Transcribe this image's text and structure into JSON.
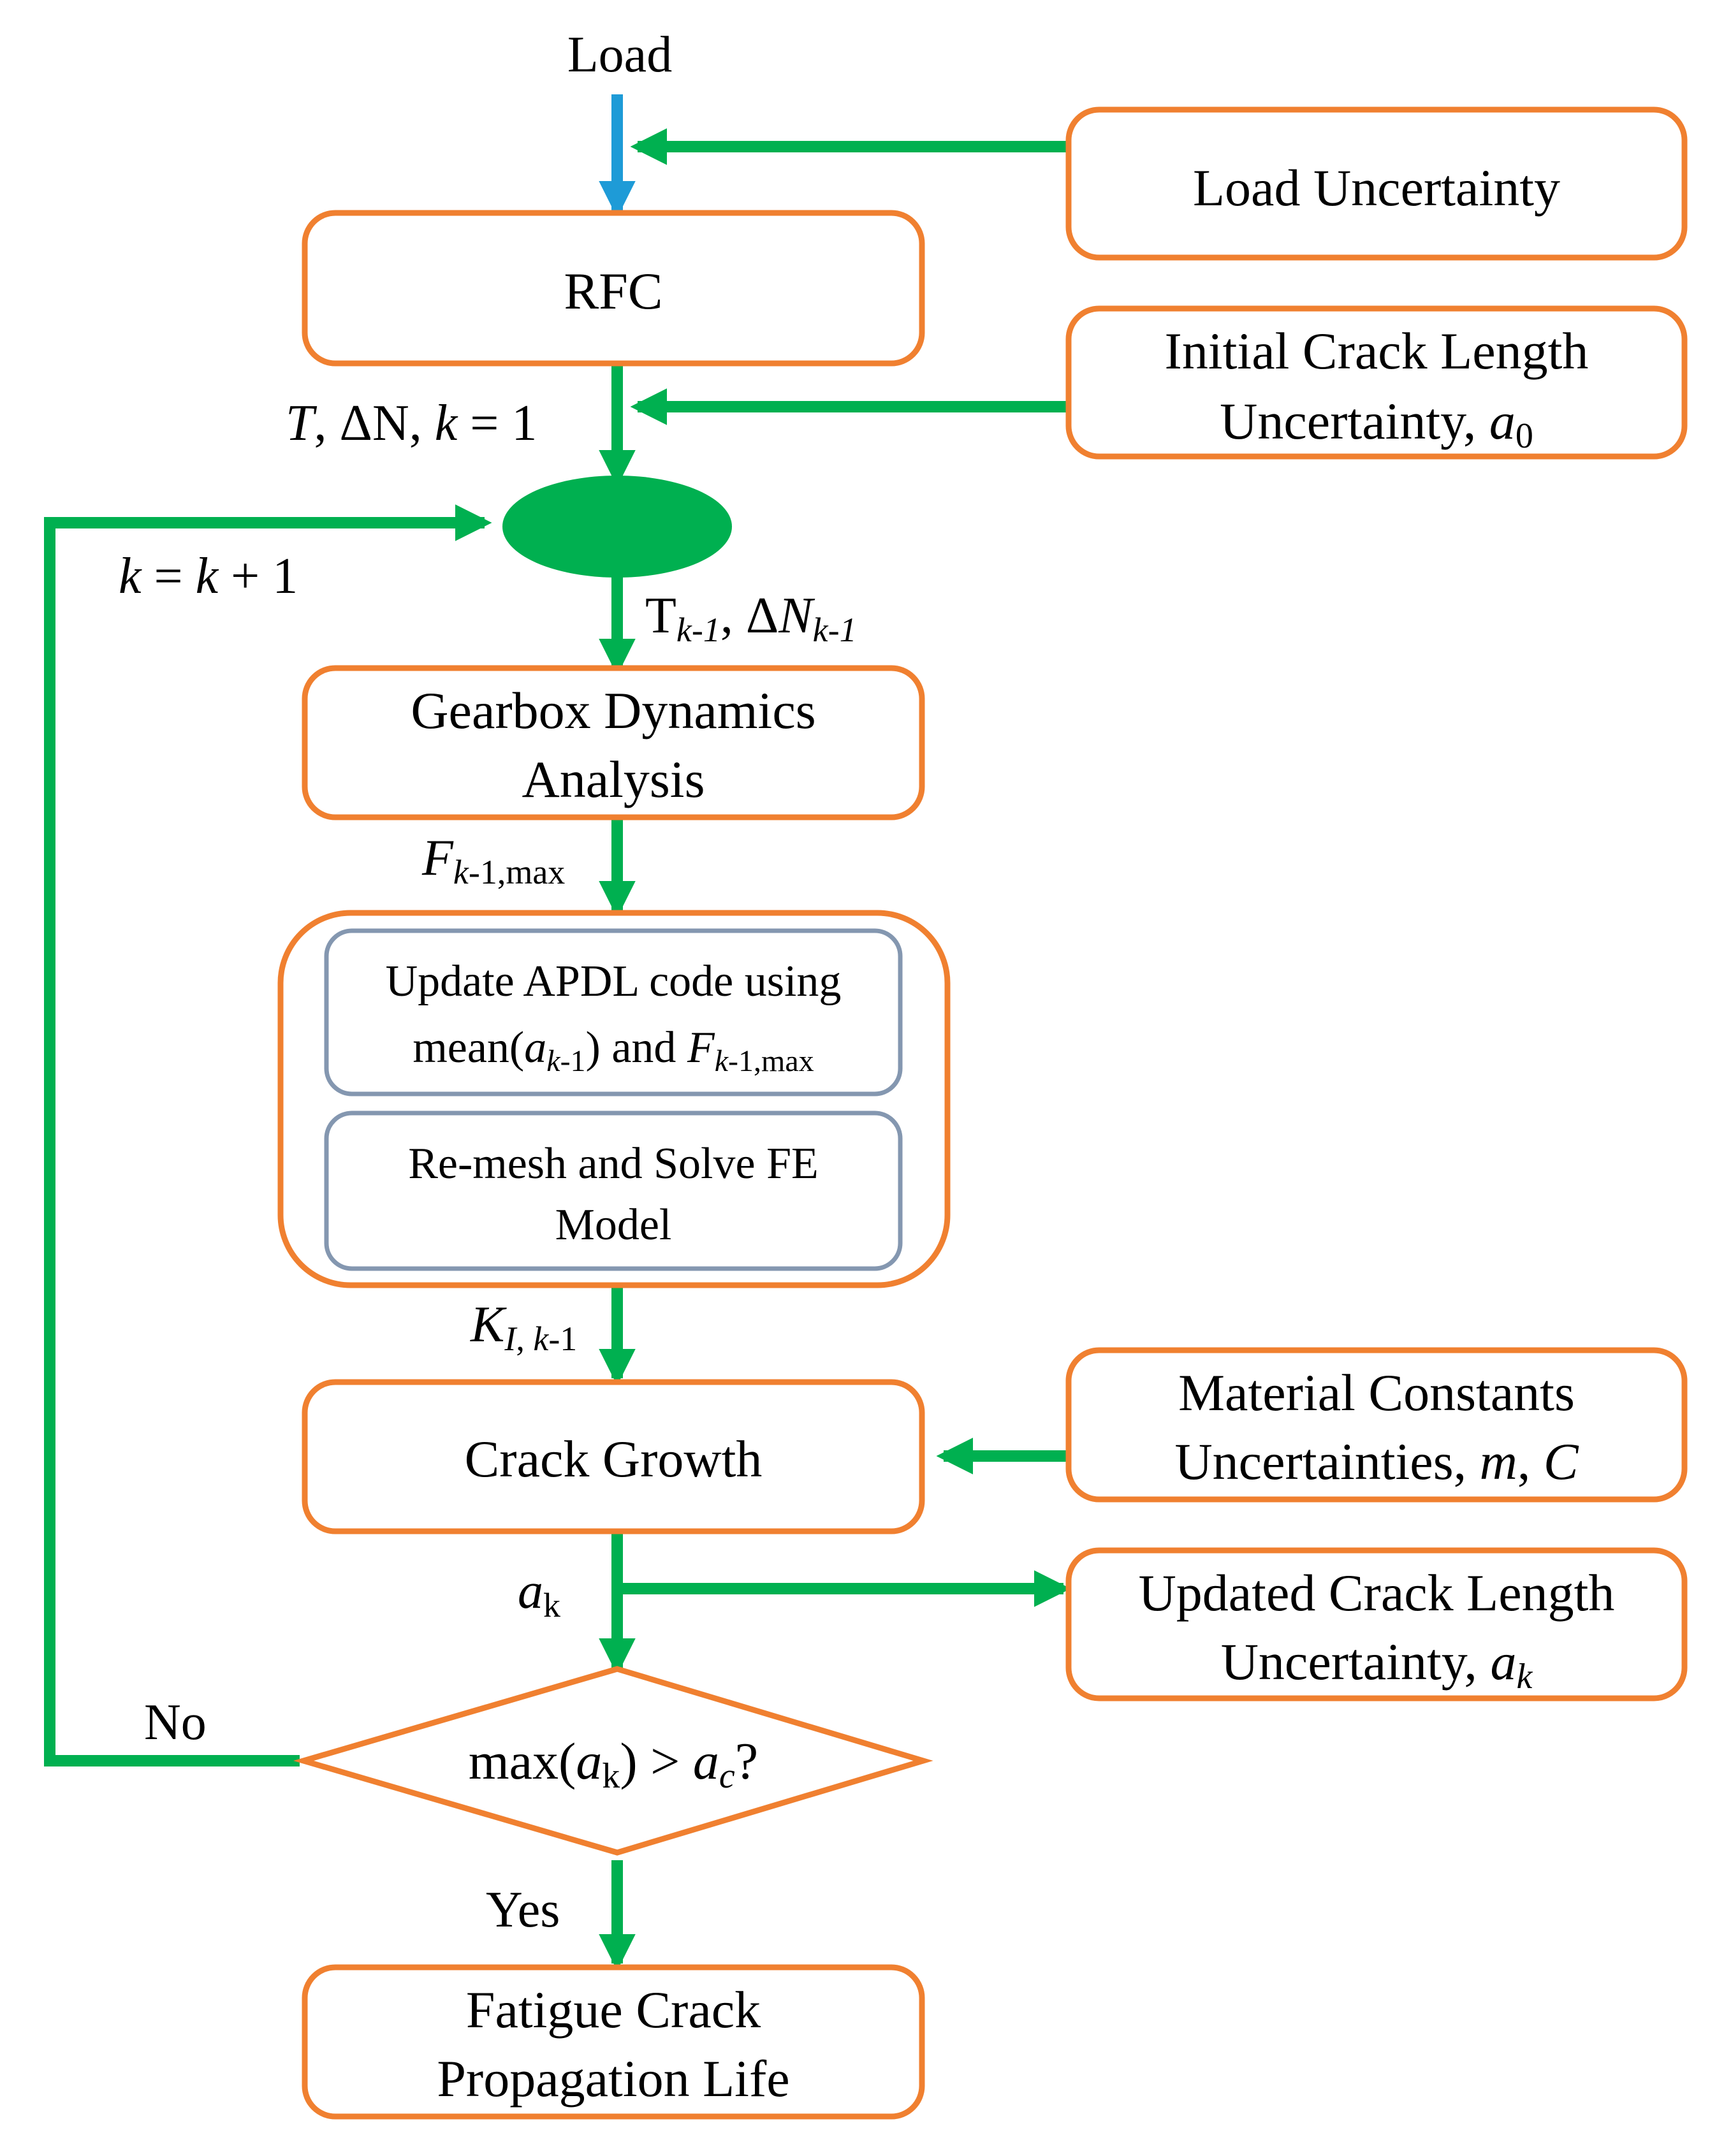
{
  "colors": {
    "box_stroke": "#F08030",
    "inner_stroke": "#8497B0",
    "flow_green": "#00B050",
    "load_arrow": "#1E9BD7"
  },
  "labels": {
    "load": "Load",
    "rfc_out_prefix": "T",
    "rfc_out_mid": ", ΔN, ",
    "rfc_out_k": "k",
    "rfc_out_suffix": " = 1",
    "loop_k1": "k",
    "loop_mid": " = ",
    "loop_k2": "k",
    "loop_suffix": " + 1",
    "t_base": "T",
    "t_sub": "k-1",
    "t_sep": ", Δ",
    "n_base": "N",
    "n_sub": "k-1",
    "f_base": "F",
    "f_sub_k": "k",
    "f_sub_rest": "-1,max",
    "k_base": "K",
    "k_sub_i": "I",
    "k_sub_sep": ", ",
    "k_sub_k": "k",
    "k_sub_rest": "-1",
    "a_base": "a",
    "a_sub": "k",
    "no": "No",
    "yes": "Yes"
  },
  "boxes": {
    "load_uncertainty": "Load Uncertainty",
    "rfc": "RFC",
    "initial_crack_line1": "Initial Crack Length",
    "initial_crack_line2": "Uncertainty, ",
    "initial_crack_var": "a",
    "initial_crack_sub": "0",
    "gearbox_line1": "Gearbox Dynamics",
    "gearbox_line2": "Analysis",
    "apdl_line1": "Update APDL code using",
    "apdl_line2_a": "mean(",
    "apdl_line2_var": "a",
    "apdl_line2_sub_k": "k",
    "apdl_line2_sub_rest": "-1",
    "apdl_line2_b": ") and ",
    "apdl_line2_f": "F",
    "apdl_line2_fsub_k": "k",
    "apdl_line2_fsub_rest": "-1,max",
    "remesh_line1": "Re-mesh and Solve FE",
    "remesh_line2": "Model",
    "material_line1": "Material Constants",
    "material_line2": "Uncertainties, ",
    "material_m": "m",
    "material_sep": ", ",
    "material_c": "C",
    "crack_growth": "Crack Growth",
    "updated_line1": "Updated Crack Length",
    "updated_line2": "Uncertainty, ",
    "updated_var": "a",
    "updated_sub": "k",
    "decision_a": "max(",
    "decision_var": "a",
    "decision_sub": "k",
    "decision_b": ") > ",
    "decision_ac": "a",
    "decision_ac_sub": "c",
    "decision_q": "?",
    "fatigue_line1": "Fatigue Crack",
    "fatigue_line2": "Propagation Life"
  }
}
